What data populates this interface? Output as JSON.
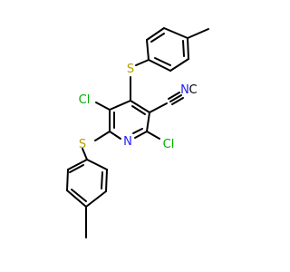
{
  "molecule": {
    "atoms": {
      "cl_left": "Cl",
      "cl_right": "Cl",
      "s_top": "S",
      "s_bottom": "S",
      "n_ring": "N",
      "n_nitrile": "N",
      "c_nitrile": "C"
    },
    "colors": {
      "bond": "#000000",
      "chlorine": "#00b000",
      "sulfur": "#b8a000",
      "nitrogen": "#2020ff"
    }
  }
}
